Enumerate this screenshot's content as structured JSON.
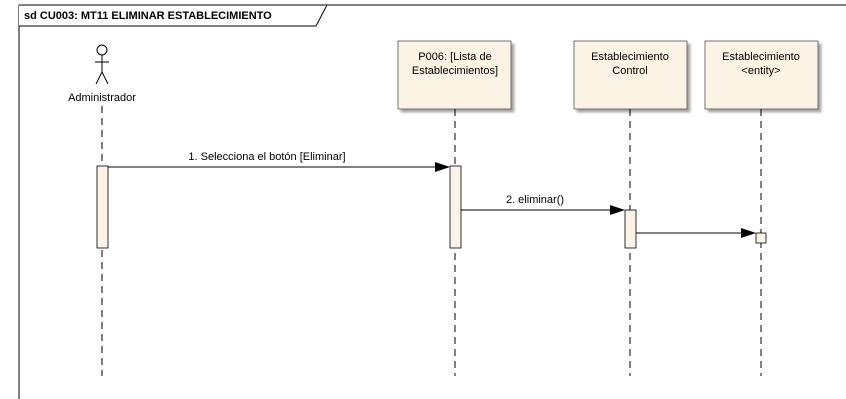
{
  "frame": {
    "title": "sd CU003: MT11 ELIMINAR ESTABLECIMIENTO"
  },
  "actor": {
    "name": "Administrador",
    "icon": "stick-figure-actor-icon"
  },
  "lifelines": [
    {
      "id": "p006",
      "lines": [
        "P006: [Lista de",
        "Establecimientos]"
      ]
    },
    {
      "id": "control",
      "lines": [
        "Establecimiento",
        "Control"
      ]
    },
    {
      "id": "entity",
      "lines": [
        "Establecimiento",
        "<entity>"
      ]
    }
  ],
  "messages": [
    {
      "id": "msg1",
      "label": "1. Selecciona el botón [Eliminar]"
    },
    {
      "id": "msg2",
      "label": "2. eliminar()"
    },
    {
      "id": "msg3",
      "label": ""
    }
  ],
  "colors": {
    "lifeline_fill": "#fbf3e3",
    "activation_fill": "#fbf3e3",
    "shadow": "#c8c8c8",
    "line": "#000000"
  }
}
